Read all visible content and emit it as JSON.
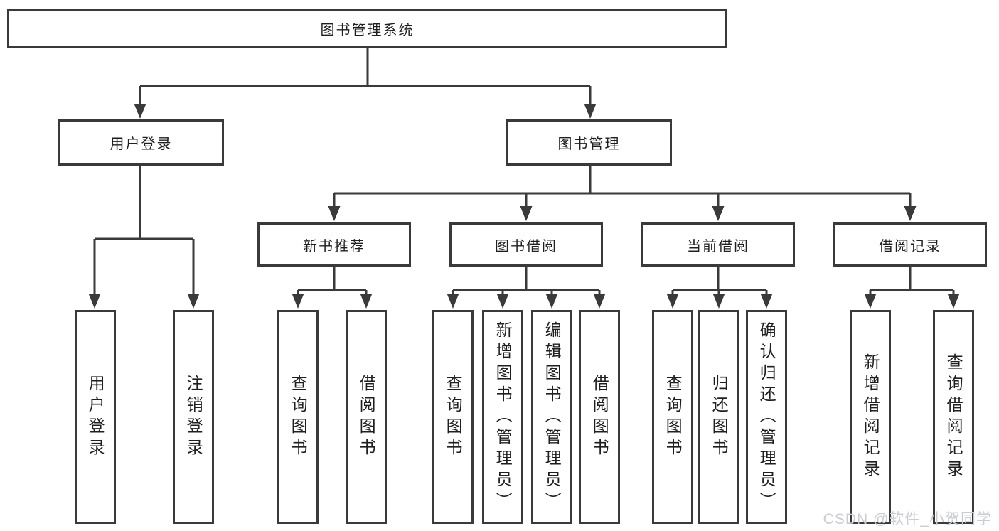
{
  "root": {
    "label": "图书管理系统"
  },
  "level2": {
    "user_login": {
      "label": "用户登录"
    },
    "book_management": {
      "label": "图书管理"
    }
  },
  "user_login_children": {
    "login": {
      "label": "用户登录"
    },
    "logout": {
      "label": "注销登录"
    }
  },
  "level3": {
    "new_book": {
      "label": "新书推荐"
    },
    "book_borrow": {
      "label": "图书借阅"
    },
    "current_borrow": {
      "label": "当前借阅"
    },
    "borrow_records": {
      "label": "借阅记录"
    }
  },
  "new_book_children": {
    "query_books": {
      "label": "查询图书"
    },
    "borrow_books": {
      "label": "借阅图书"
    }
  },
  "book_borrow_children": {
    "query_books": {
      "label": "查询图书"
    },
    "add_books": {
      "label": "新增图书（管理员）"
    },
    "edit_books": {
      "label": "编辑图书（管理员）"
    },
    "borrow_books": {
      "label": "借阅图书"
    }
  },
  "current_borrow_children": {
    "query_books": {
      "label": "查询图书"
    },
    "return_books": {
      "label": "归还图书"
    },
    "confirm_return": {
      "label": "确认归还（管理员）"
    }
  },
  "borrow_records_children": {
    "add_record": {
      "label": "新增借阅记录"
    },
    "query_record": {
      "label": "查询借阅记录"
    }
  },
  "watermark": {
    "text": "CSDN @软件_小贺同学",
    "color": "#c9ccd1"
  },
  "colors": {
    "line": "#3a3a3a",
    "text": "#1f1f1f",
    "background": "#ffffff"
  }
}
